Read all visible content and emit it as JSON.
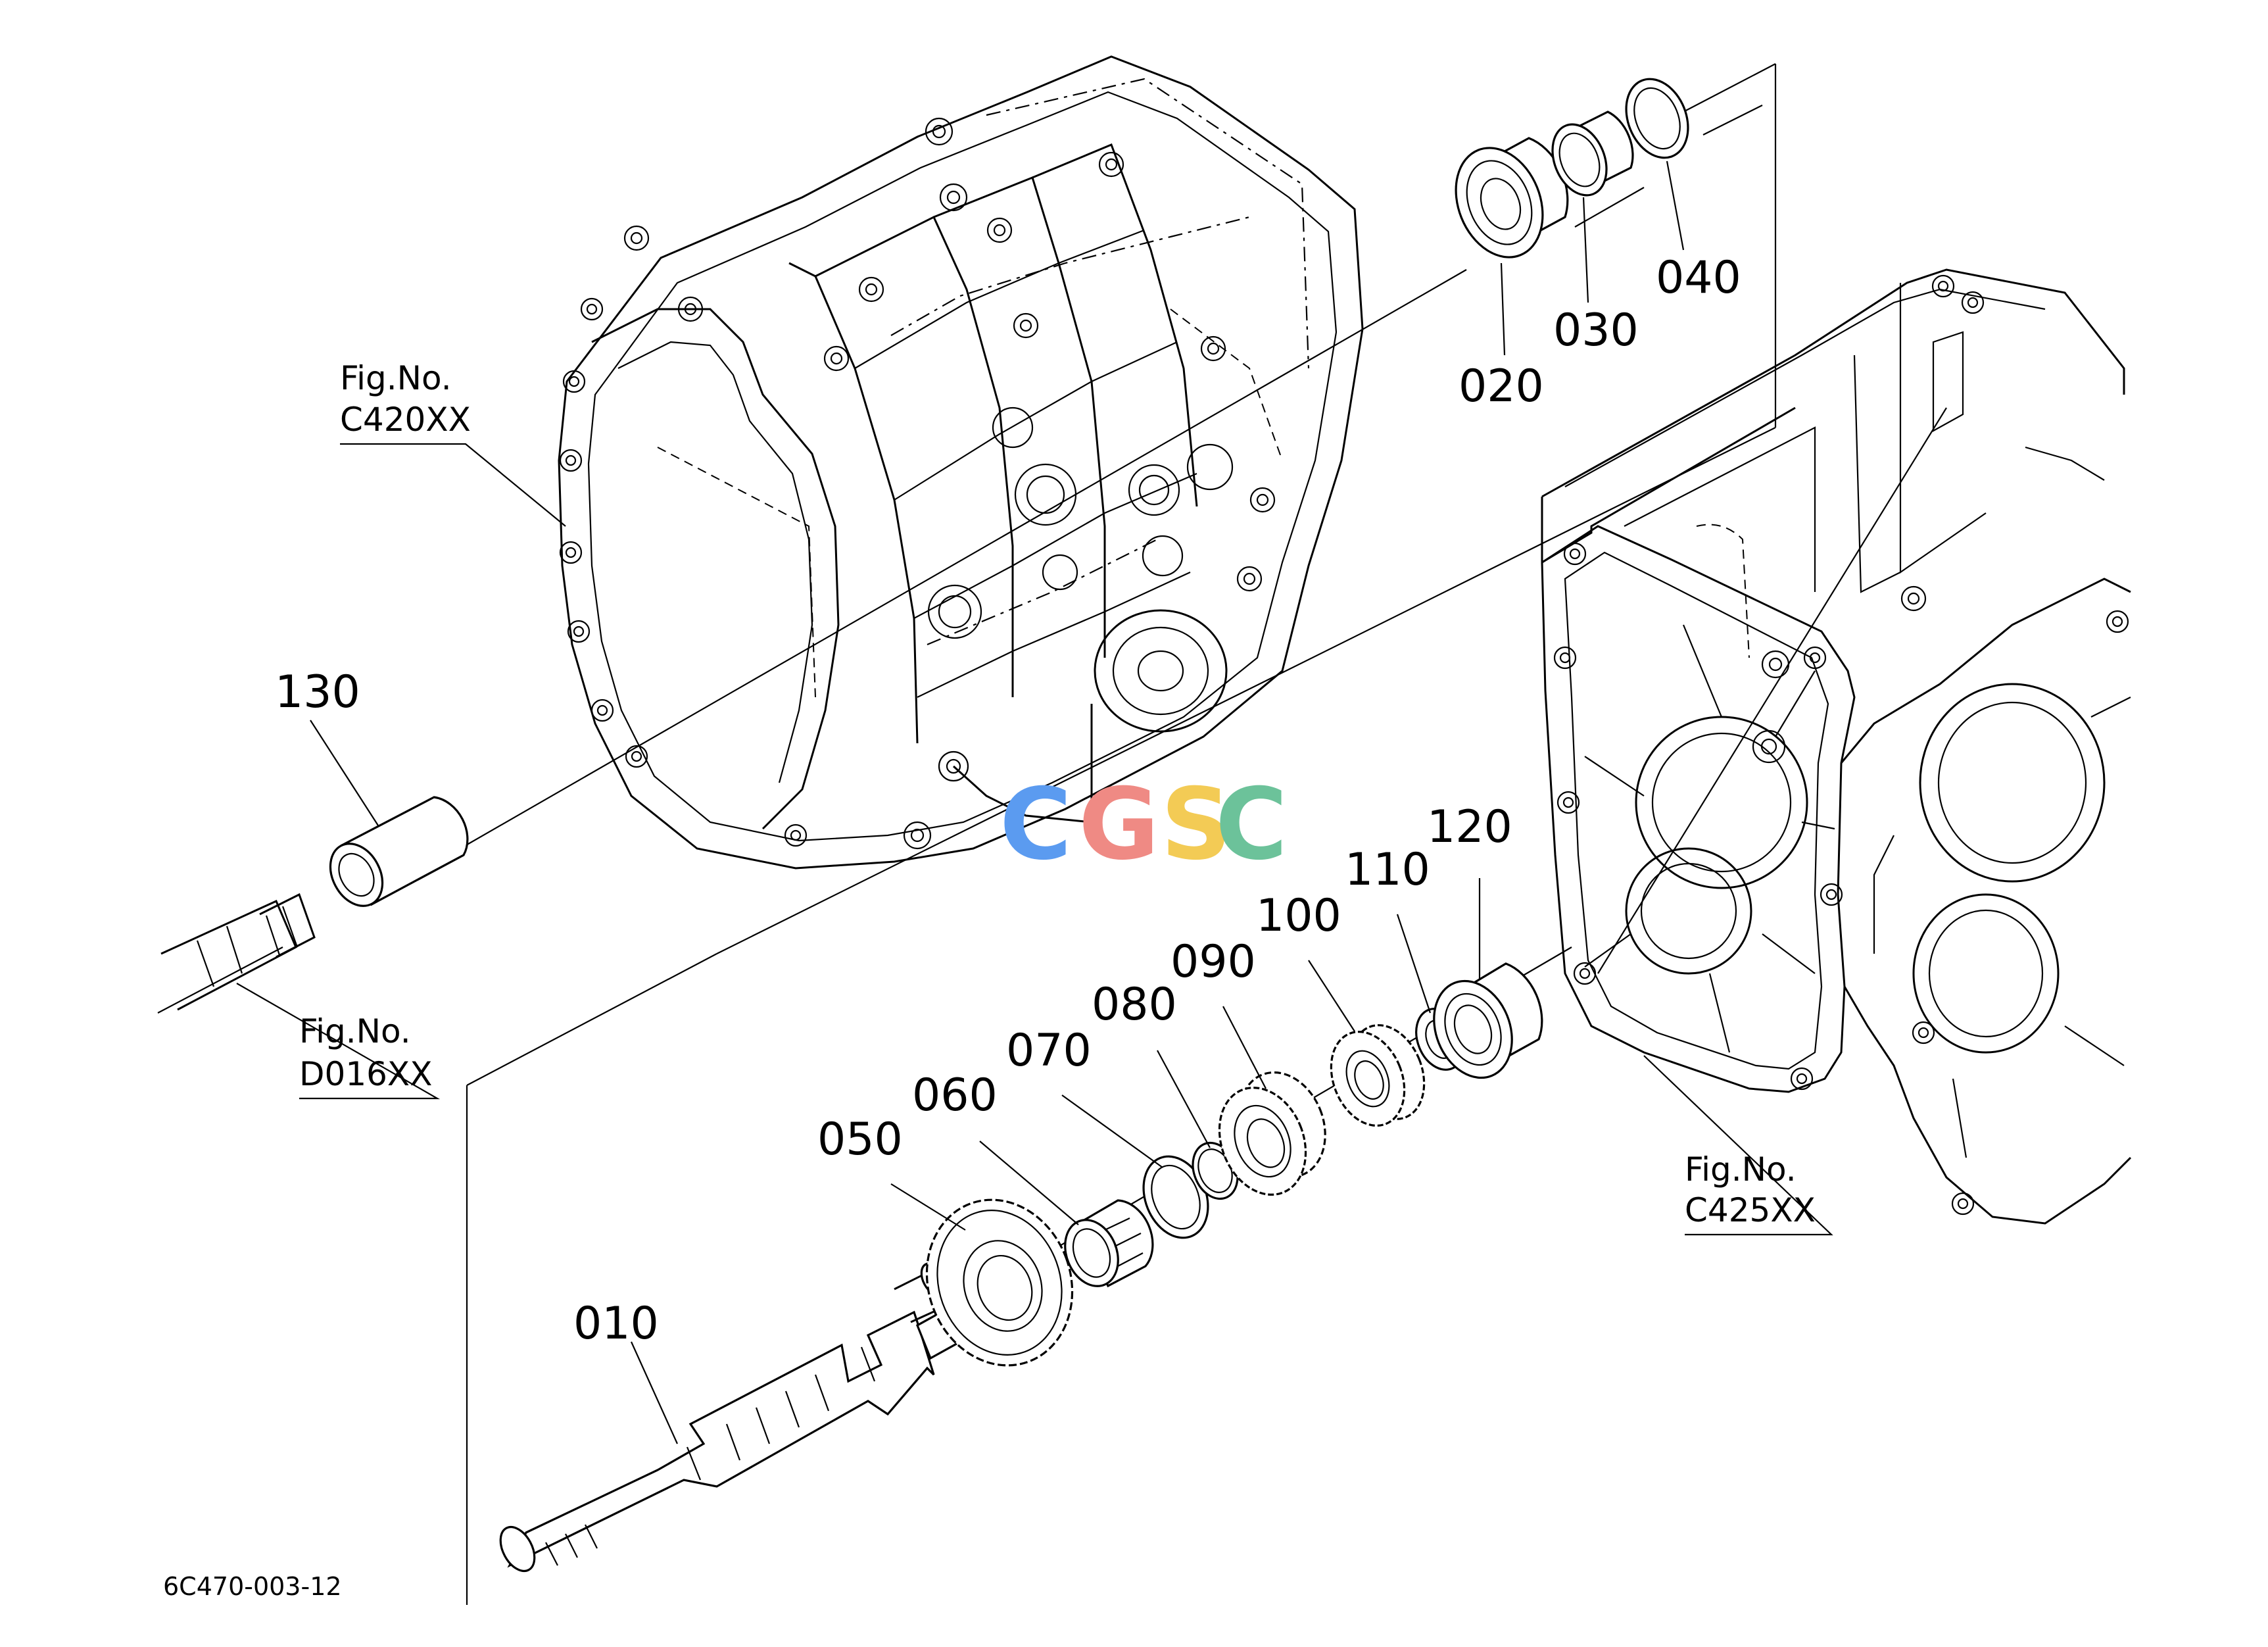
{
  "drawing_code": "6C470-003-12",
  "watermark": {
    "letters": [
      {
        "char": "C",
        "color": "#5b9bf0"
      },
      {
        "char": "G",
        "color": "#ef8a84"
      },
      {
        "char": "S",
        "color": "#f3cb55"
      },
      {
        "char": "C",
        "color": "#6cc29a"
      }
    ]
  },
  "figure_refs": {
    "fig_no_label": "Fig.No.",
    "upper_housing": "C420XX",
    "input_shaft": "D016XX",
    "lower_housing": "C425XX"
  },
  "parts": [
    "010",
    "020",
    "030",
    "040",
    "050",
    "060",
    "070",
    "080",
    "090",
    "100",
    "110",
    "120",
    "130"
  ]
}
